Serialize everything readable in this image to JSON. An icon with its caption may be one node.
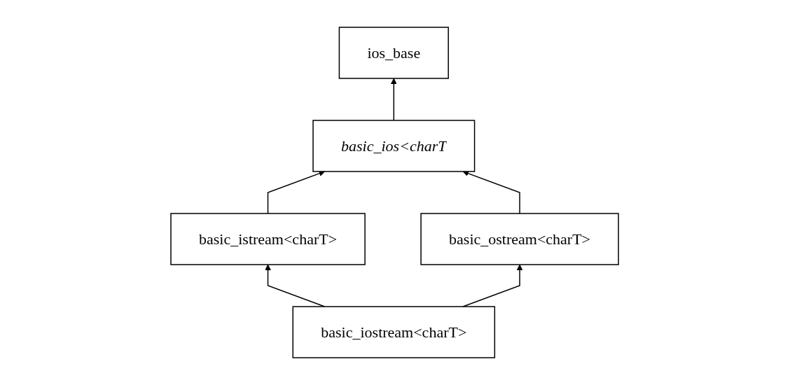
{
  "diagram": {
    "nodes": [
      {
        "text": [
          "ios_base"
        ]
      },
      {
        "text": [
          "basic_ios<charT"
        ]
      },
      {
        "text": [
          "basic_istream<charT>"
        ]
      },
      {
        "text": [
          "basic_ostream<charT>"
        ]
      },
      {
        "text": [
          "basic_iostream<charT>"
        ]
      }
    ],
    "edges": [
      {
        "from": 1,
        "to": 0,
        "arrow": "to"
      },
      {
        "from": 2,
        "to": 1,
        "arrow": "to"
      },
      {
        "from": 3,
        "to": 1,
        "arrow": "to"
      },
      {
        "from": 4,
        "to": 2,
        "arrow": "to"
      },
      {
        "from": 4,
        "to": 3,
        "arrow": "to"
      }
    ]
  }
}
